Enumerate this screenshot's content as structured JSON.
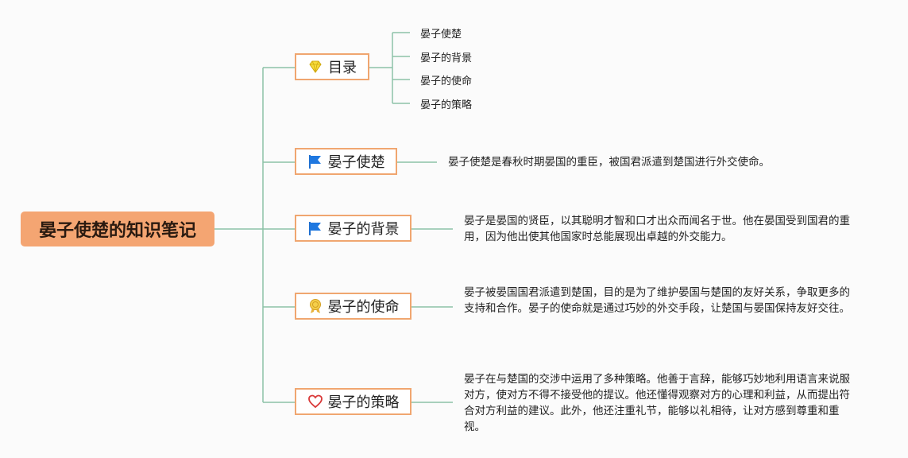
{
  "root": {
    "title": "晏子使楚的知识笔记"
  },
  "branches": [
    {
      "label": "目录",
      "icon": "diamond-icon"
    },
    {
      "label": "晏子使楚",
      "icon": "flag-icon"
    },
    {
      "label": "晏子的背景",
      "icon": "flag-icon"
    },
    {
      "label": "晏子的使命",
      "icon": "award-ribbon-icon"
    },
    {
      "label": "晏子的策略",
      "icon": "heart-icon"
    }
  ],
  "toc_items": [
    "晏子使楚",
    "晏子的背景",
    "晏子的使命",
    "晏子的策略"
  ],
  "notes": {
    "chushi": "晏子使楚是春秋时期晏国的重臣，被国君派遣到楚国进行外交使命。",
    "background": "晏子是晏国的贤臣，以其聪明才智和口才出众而闻名于世。他在晏国受到国君的重用，因为他出使其他国家时总能展现出卓越的外交能力。",
    "mission": "晏子被晏国国君派遣到楚国，目的是为了维护晏国与楚国的友好关系，争取更多的支持和合作。晏子的使命就是通过巧妙的外交手段，让楚国与晏国保持友好交往。",
    "strategy": "晏子在与楚国的交涉中运用了多种策略。他善于言辞，能够巧妙地利用语言来说服对方，使对方不得不接受他的提议。他还懂得观察对方的心理和利益，从而提出符合对方利益的建议。此外，他还注重礼节，能够以礼相待，让对方感到尊重和重视。"
  },
  "colors": {
    "connector": "#8cc2a8",
    "node_border": "#f0a670",
    "root_fill": "#f4a572"
  }
}
